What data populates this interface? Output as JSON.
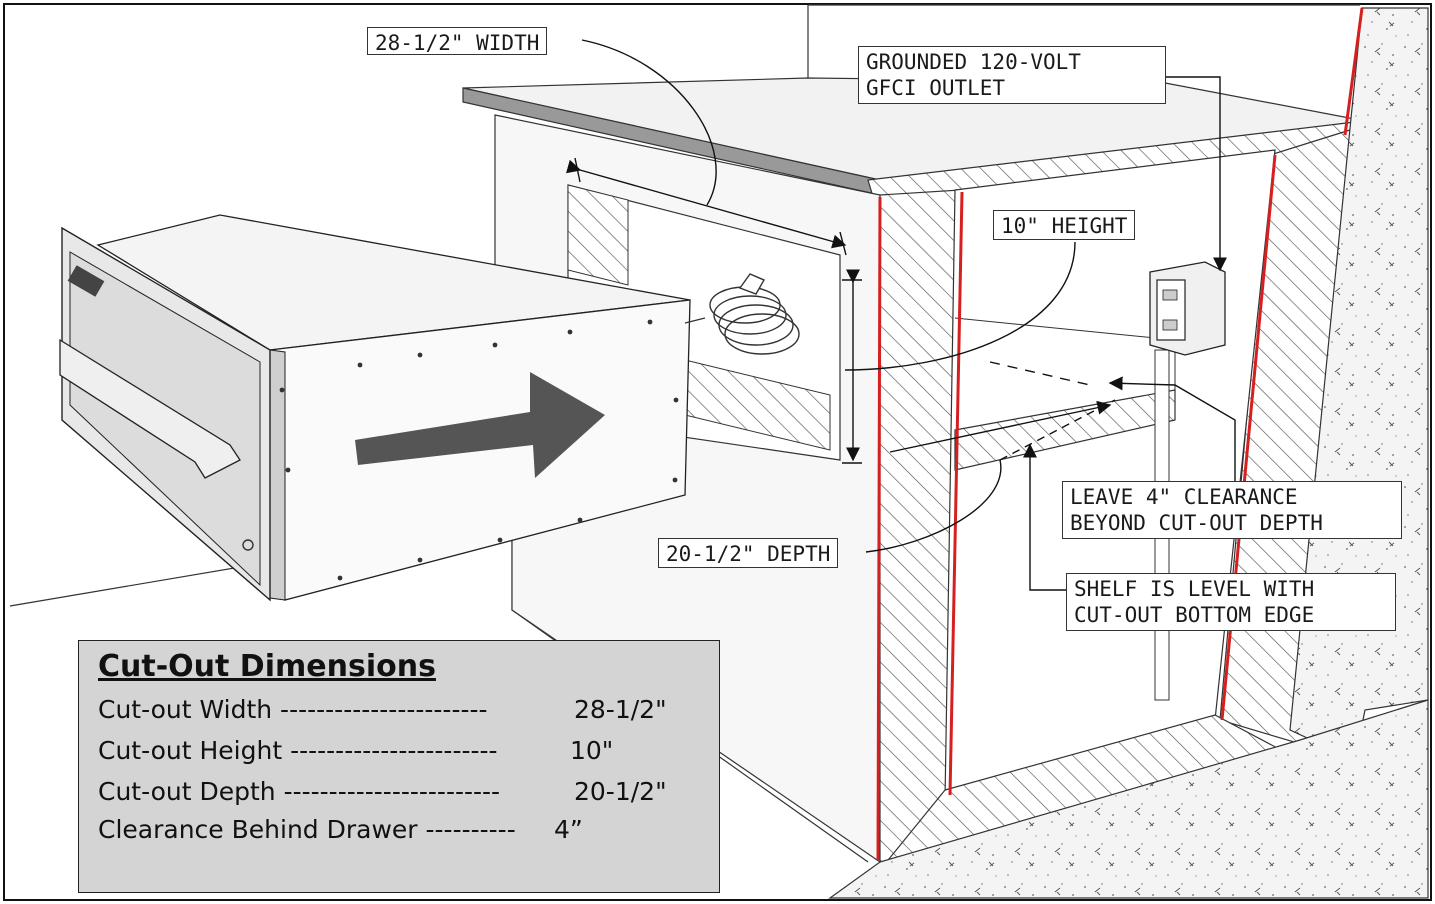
{
  "callouts": {
    "width": "28-1/2\" WIDTH",
    "gfci": [
      "GROUNDED 120-VOLT",
      "GFCI OUTLET"
    ],
    "height": "10\" HEIGHT",
    "depth": "20-1/2\" DEPTH",
    "clearance": [
      "LEAVE 4\" CLEARANCE",
      "BEYOND CUT-OUT DEPTH"
    ],
    "shelf": [
      "SHELF IS LEVEL WITH",
      "CUT-OUT BOTTOM EDGE"
    ]
  },
  "dimensions_panel": {
    "title": "Cut-Out Dimensions",
    "rows": [
      {
        "label": "Cut-out Width -----------------------",
        "value": "28-1/2\""
      },
      {
        "label": "Cut-out Height -----------------------",
        "value": "10\""
      },
      {
        "label": "Cut-out Depth ------------------------",
        "value": "20-1/2\""
      },
      {
        "label": "Clearance Behind Drawer ----------",
        "value": "4”"
      }
    ]
  },
  "colors": {
    "cut_edge": "#d62020",
    "panel_bg": "#d4d4d4",
    "arrow": "#555555"
  }
}
